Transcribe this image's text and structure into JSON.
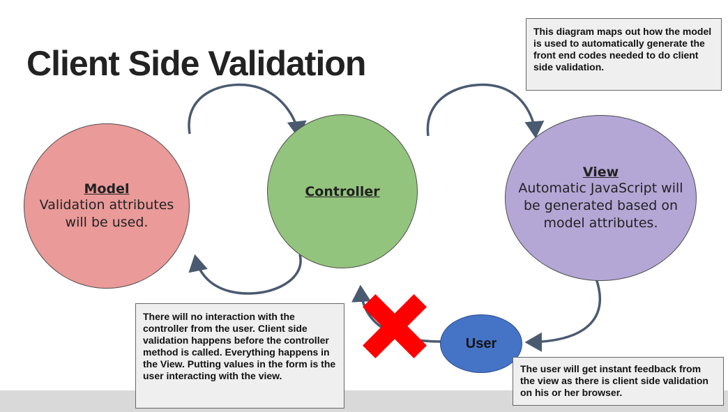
{
  "title": "Client Side Validation",
  "notes": {
    "top": "This diagram maps out how the model is used to automatically generate the front end codes needed to do client side validation.",
    "left": "There will no interaction with the controller from the user. Client side validation happens before the controller method is called. Everything happens in the View. Putting values in the form is the user interacting with the view.",
    "right": "The user will get instant feedback from the view as there is client side validation on his or her browser."
  },
  "nodes": {
    "model": {
      "heading": "Model",
      "text": "Validation attributes will be used.",
      "color": "#e99a99"
    },
    "controller": {
      "heading": "Controller",
      "color": "#93c47d"
    },
    "view": {
      "heading": "View",
      "text": "Automatic JavaScript will be generated based on model attributes.",
      "color": "#b4a7d6"
    },
    "user": {
      "heading": "User",
      "color": "#4573c6"
    }
  },
  "blocked_marker": {
    "icon": "red-x-icon",
    "color": "#ff0000"
  },
  "arrow_color": "#4a5a70"
}
